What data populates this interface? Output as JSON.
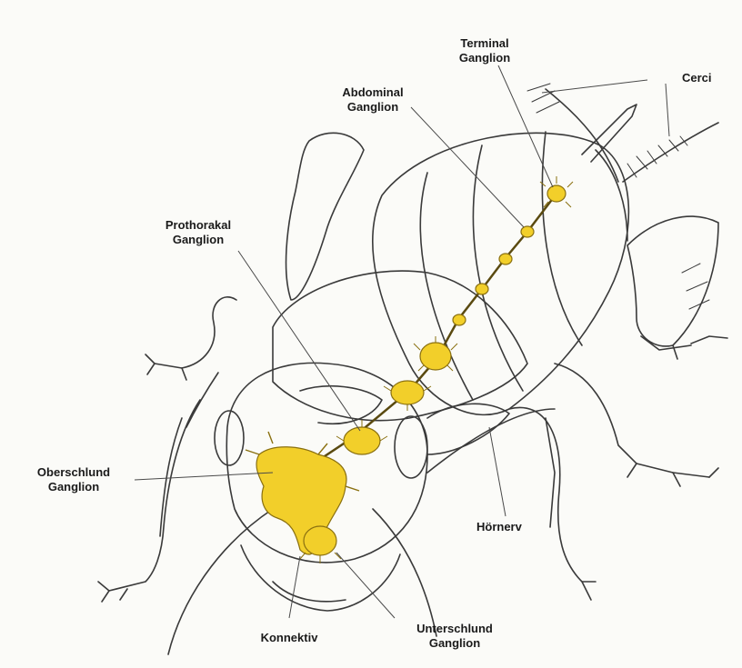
{
  "labels": {
    "terminal": [
      "Terminal",
      "Ganglion"
    ],
    "cerci": "Cerci",
    "abdominal": [
      "Abdominal",
      "Ganglion"
    ],
    "prothorakal": [
      "Prothorakal",
      "Ganglion"
    ],
    "oberschlund": [
      "Oberschlund",
      "Ganglion"
    ],
    "hoernerv": "Hörnerv",
    "konnektiv": "Konnektiv",
    "unterschlund": [
      "Unterschlund",
      "Ganglion"
    ]
  },
  "colors": {
    "ganglion_fill": "#f2cf2a",
    "outline": "#3a3a3a",
    "leader": "#4a4a4a"
  }
}
